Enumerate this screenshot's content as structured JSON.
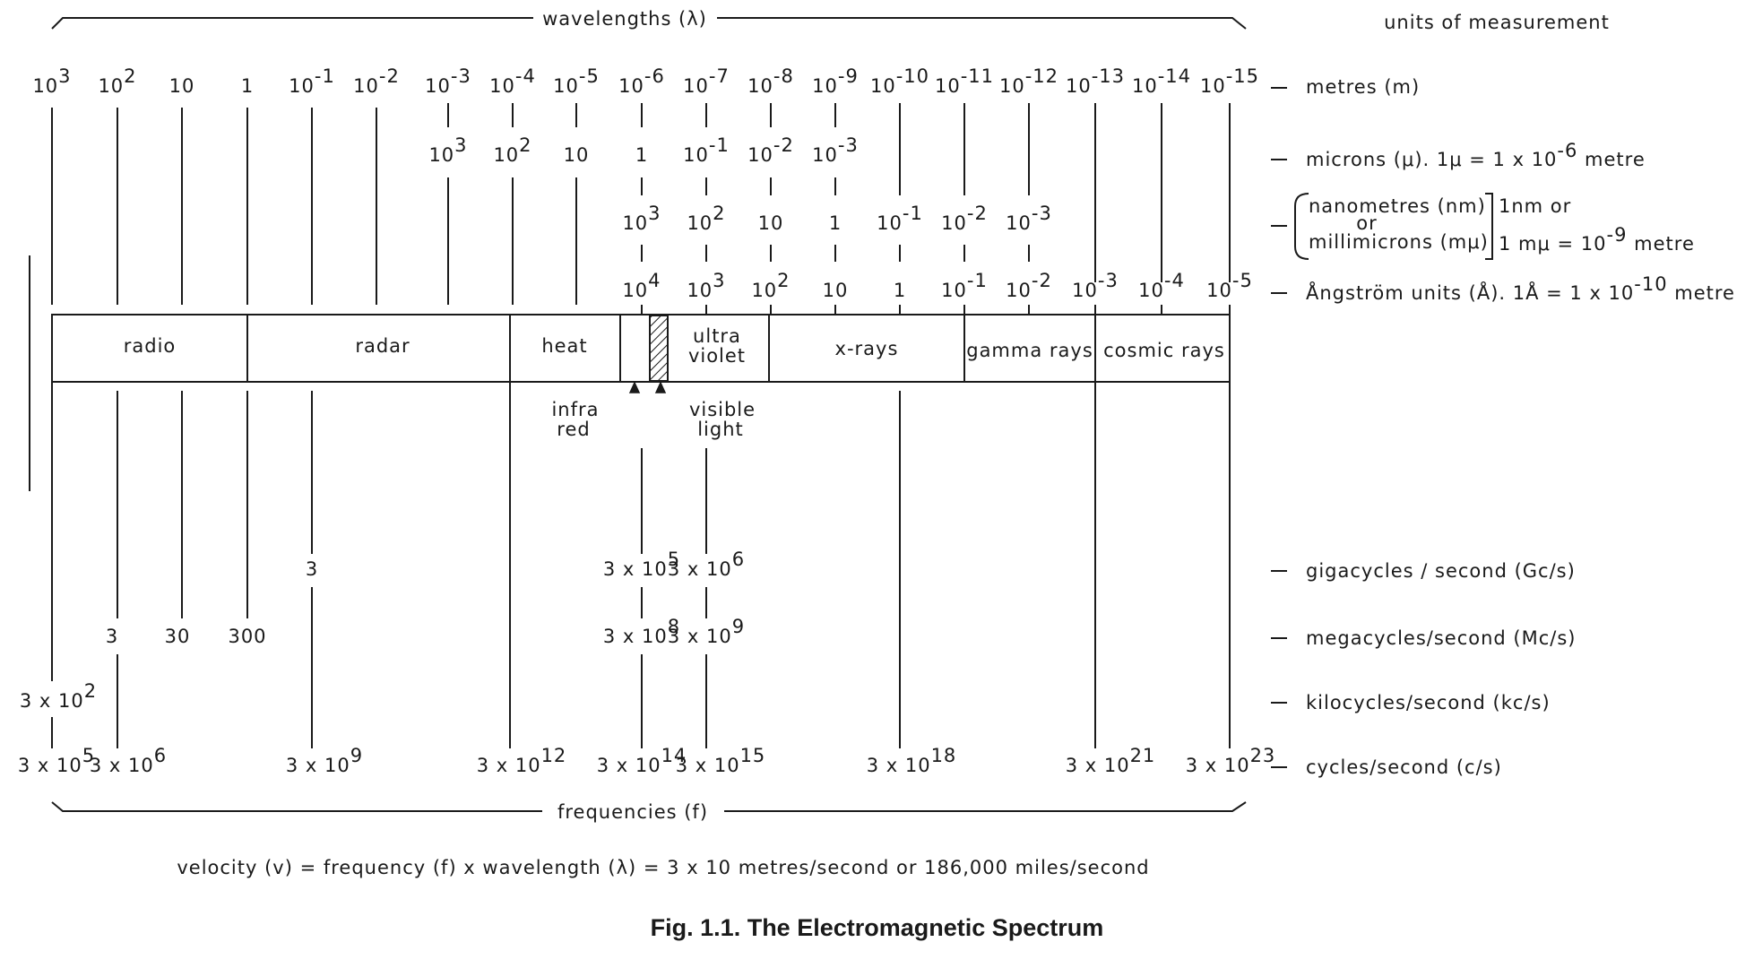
{
  "header": {
    "wavelengths_label": "wavelengths (λ)",
    "units_heading": "units of measurement"
  },
  "footer": {
    "frequencies_label": "frequencies (f)",
    "velocity_note": "velocity (v) = frequency (f) x wavelength (λ) = 3 x 10 metres/second or 186,000 miles/second",
    "caption": "Fig. 1.1.  The Electromagnetic Spectrum"
  },
  "units": {
    "metres": "metres (m)",
    "microns": [
      "microns (μ). 1μ = 1 x 10",
      "-6",
      " metre"
    ],
    "nanometres_1": "nanometres (nm)",
    "nanometres_or": "or",
    "nanometres_2": "millimicrons (mμ)",
    "nanometres_eq1": "1nm or",
    "nanometres_eq2": [
      "1 mμ = 10",
      "-9",
      " metre"
    ],
    "angstrom": [
      "Ångström units (Å).  1Å = 1 x 10",
      "-10",
      " metre"
    ],
    "gigacycles": "gigacycles / second (Gc/s)",
    "megacycles": "megacycles/second  (Mc/s)",
    "kilocycles": "kilocycles/second   (kc/s)",
    "cycles": "cycles/second (c/s)"
  },
  "bands": [
    "radio",
    "radar",
    "heat",
    "ultra",
    "violet",
    "x-rays",
    "gamma rays",
    "cosmic rays"
  ],
  "band_callouts": {
    "infra_red": [
      "infra",
      "red"
    ],
    "visible_light": [
      "visible",
      "light"
    ]
  },
  "wavelength_rows": {
    "metres": [
      [
        "10",
        "3"
      ],
      [
        "10",
        "2"
      ],
      [
        "10",
        ""
      ],
      [
        "1",
        ""
      ],
      [
        "10",
        "-1"
      ],
      [
        "10",
        "-2"
      ],
      [
        "10",
        "-3"
      ],
      [
        "10",
        "-4"
      ],
      [
        "10",
        "-5"
      ],
      [
        "10",
        "-6"
      ],
      [
        "10",
        "-7"
      ],
      [
        "10",
        "-8"
      ],
      [
        "10",
        "-9"
      ],
      [
        "10",
        "-10"
      ],
      [
        "10",
        "-11"
      ],
      [
        "10",
        "-12"
      ],
      [
        "10",
        "-13"
      ],
      [
        "10",
        "-14"
      ],
      [
        "10",
        "-15"
      ]
    ],
    "microns": [
      [
        "10",
        "3"
      ],
      [
        "10",
        "2"
      ],
      [
        "10",
        ""
      ],
      [
        "1",
        ""
      ],
      [
        "10",
        "-1"
      ],
      [
        "10",
        "-2"
      ],
      [
        "10",
        "-3"
      ]
    ],
    "nanometres": [
      [
        "10",
        "3"
      ],
      [
        "10",
        "2"
      ],
      [
        "10",
        ""
      ],
      [
        "1",
        ""
      ],
      [
        "10",
        "-1"
      ],
      [
        "10",
        "-2"
      ],
      [
        "10",
        "-3"
      ]
    ],
    "angstroms": [
      [
        "10",
        "4"
      ],
      [
        "10",
        "3"
      ],
      [
        "10",
        "2"
      ],
      [
        "10",
        ""
      ],
      [
        "1",
        ""
      ],
      [
        "10",
        "-1"
      ],
      [
        "10",
        "-2"
      ],
      [
        "10",
        "-3"
      ],
      [
        "10",
        "-4"
      ],
      [
        "10",
        "-5"
      ]
    ]
  },
  "frequency_rows": {
    "gigacycles": [
      [
        "3",
        ""
      ],
      [
        "3 x 10",
        "5"
      ],
      [
        "3 x 10",
        "6"
      ]
    ],
    "megacycles": [
      [
        "3",
        ""
      ],
      [
        "30",
        ""
      ],
      [
        "300",
        ""
      ],
      [
        "3 x 10",
        "8"
      ],
      [
        "3 x 10",
        "9"
      ]
    ],
    "kilocycles": [
      [
        "3 x 10",
        "2"
      ]
    ],
    "cycles": [
      [
        "3 x 10",
        "5"
      ],
      [
        "3 x 10",
        "6"
      ],
      [
        "3 x 10",
        "9"
      ],
      [
        "3 x 10",
        "12"
      ],
      [
        "3 x 10",
        "14"
      ],
      [
        "3 x 10",
        "15"
      ],
      [
        "3 x 10",
        "18"
      ],
      [
        "3 x 10",
        "21"
      ],
      [
        "3 x 10",
        "23"
      ]
    ]
  }
}
